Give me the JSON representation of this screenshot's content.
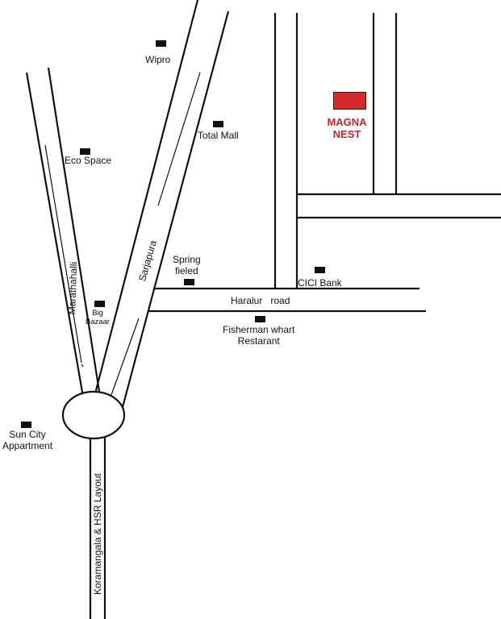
{
  "colors": {
    "target": "#d42a2a",
    "target_text": "#c8242b",
    "roads": "#111111"
  },
  "roads": {
    "sarjapura": "Sarjapura",
    "marathahalli": "Marathahalli",
    "haralur": "Haralur   road",
    "koramangala": "Koramangala & HSR Layout"
  },
  "landmarks": {
    "wipro": "Wipro",
    "total_mall": "Total Mall",
    "eco_space": "Eco Space",
    "spring_field_line1": "Spring",
    "spring_field_line2": "fieled",
    "cici_bank": "CICI Bank",
    "big_bazaar_line1": "Big",
    "big_bazaar_line2": "Bazaar",
    "fisherman_line1": "Fisherman whart",
    "fisherman_line2": "Restarant",
    "sun_city_line1": "Sun City",
    "sun_city_line2": "Appartment"
  },
  "target": {
    "line1": "MAGNA",
    "line2": "NEST"
  },
  "icons": {
    "landmark": "filled-rectangle",
    "destination": "red-rectangle",
    "junction": "ellipse-roundabout"
  }
}
